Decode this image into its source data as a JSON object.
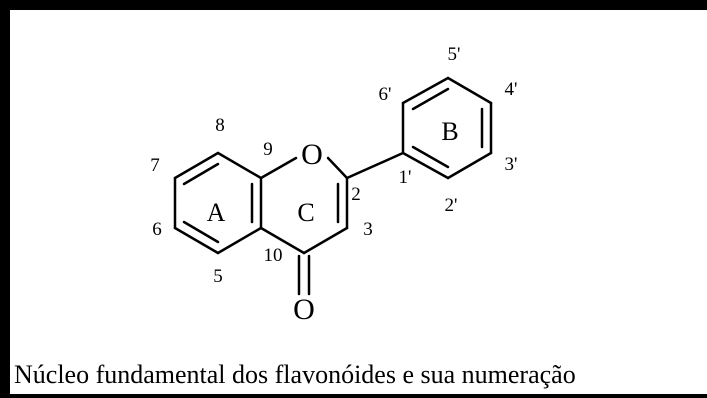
{
  "caption": "Núcleo fundamental dos flavonóides e sua numeração",
  "atoms": {
    "ring_oxygen": "O",
    "carbonyl_oxygen": "O"
  },
  "ring_labels": {
    "A": "A",
    "B": "B",
    "C": "C"
  },
  "positions": {
    "p2": "2",
    "p3": "3",
    "p5": "5",
    "p6": "6",
    "p7": "7",
    "p8": "8",
    "p9": "9",
    "p10": "10",
    "p1p": "1'",
    "p2p": "2'",
    "p3p": "3'",
    "p4p": "4'",
    "p5p": "5'",
    "p6p": "6'"
  }
}
